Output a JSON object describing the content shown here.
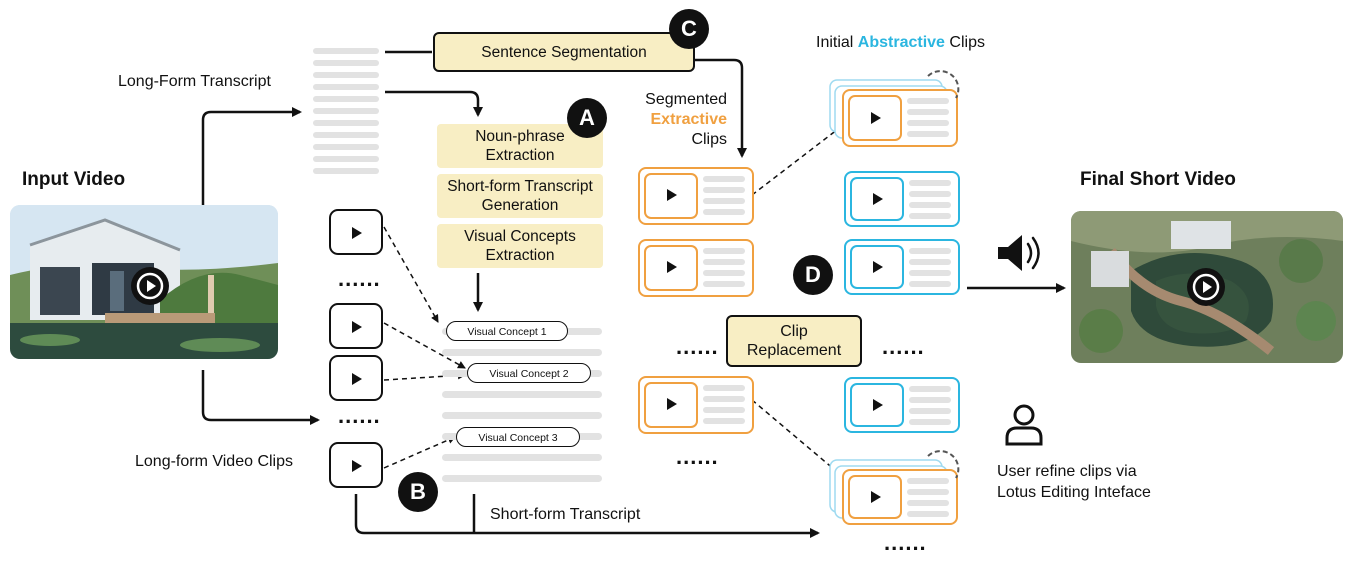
{
  "labels": {
    "input_video": "Input Video",
    "final_short_video": "Final Short Video",
    "long_form_transcript": "Long-Form Transcript",
    "long_form_video_clips": "Long-form Video Clips",
    "short_form_transcript": "Short-form Transcript",
    "segmented_line1": "Segmented",
    "segmented_line2": "Extractive",
    "segmented_line3": "Clips",
    "initial_prefix": "Initial ",
    "initial_highlight": "Abstractive",
    "initial_suffix": " Clips",
    "user_refine_line1": "User refine clips via",
    "user_refine_line2": "Lotus Editing Inteface"
  },
  "steps": {
    "sentence_segmentation": "Sentence Segmentation",
    "noun_phrase": "Noun-phrase Extraction",
    "short_form_generation": "Short-form Transcript Generation",
    "visual_concepts": "Visual Concepts Extraction",
    "clip_replacement": "Clip Replacement"
  },
  "badges": {
    "a": "A",
    "b": "B",
    "c": "C",
    "d": "D"
  },
  "concepts": [
    "Visual Concept 1",
    "Visual Concept 2",
    "Visual Concept 3"
  ],
  "ellipsis": "......",
  "colors": {
    "extractive": "#f0a040",
    "abstractive": "#2bb6e0",
    "highlight_box": "#f8eec4"
  },
  "icons": [
    "play-icon",
    "speaker-icon",
    "user-icon",
    "refresh-icon"
  ]
}
